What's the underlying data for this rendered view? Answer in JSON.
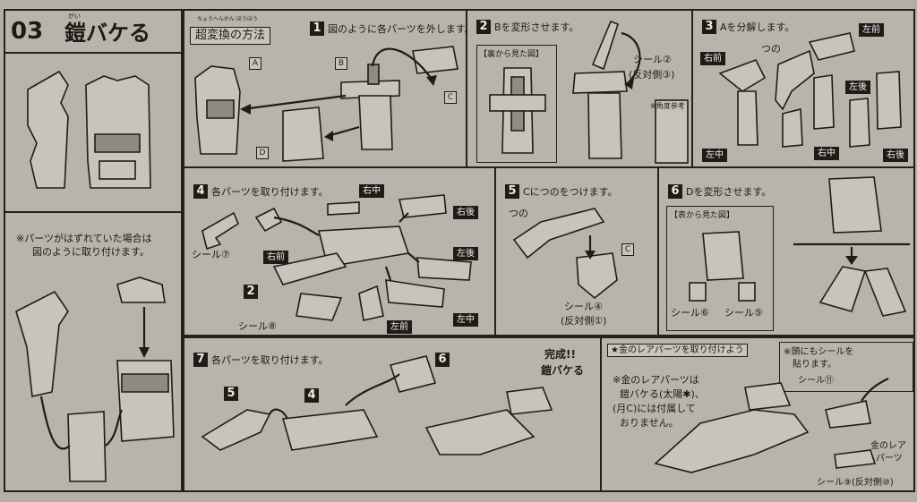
{
  "header": {
    "number": "03",
    "title": "鎧バケる",
    "ruby": "がい"
  },
  "intro": {
    "title": "超変換の方法",
    "ruby": "ちょうへんかん ほうほう"
  },
  "note_left": {
    "line1": "※パーツがはずれていた場合は",
    "line2": "図のように取り付けます。"
  },
  "steps": {
    "s1": {
      "num": "1",
      "text": "図のように各パーツを外します。"
    },
    "s2": {
      "num": "2",
      "text": "Bを変形させます。",
      "inset": "【裏から見た図】",
      "sticker": "シール②",
      "sticker_sub": "(反対側③)",
      "angle_note": "※角度参考"
    },
    "s3": {
      "num": "3",
      "text": "Aを分解します。",
      "horn": "つの",
      "labels": [
        "左前",
        "右前",
        "左後",
        "左中",
        "右中",
        "右後"
      ]
    },
    "s4": {
      "num": "4",
      "text": "各パーツを取り付けます。",
      "labels": [
        "右中",
        "右後",
        "左後",
        "右前",
        "左中",
        "左前"
      ],
      "stickers": [
        "シール⑦",
        "シール⑧"
      ],
      "part": "2"
    },
    "s5": {
      "num": "5",
      "text": "Cにつのをつけます。",
      "horn": "つの",
      "part": "C",
      "sticker": "シール④",
      "sticker_sub": "(反対側①)"
    },
    "s6": {
      "num": "6",
      "text": "Dを変形させます。",
      "inset": "【表から見た図】",
      "stickers": [
        "シール⑥",
        "シール⑤"
      ]
    },
    "s7": {
      "num": "7",
      "text": "各パーツを取り付けます。",
      "parts": [
        "5",
        "4",
        "6"
      ],
      "done1": "完成!!",
      "done2": "鎧バケる"
    },
    "s8": {
      "title": "★金のレアパーツを取り付けよう",
      "note1": "※金のレアパーツは",
      "note2": "鎧バケる(太陽✱)、",
      "note3": "(月C)には付属して",
      "note4": "おりません。",
      "head_note1": "※頭にもシールを",
      "head_note2": "貼ります。",
      "sticker": "シール⑪",
      "rare": "金のレア",
      "rare2": "パーツ",
      "sticker_bottom": "シール⑨(反対側⑩)"
    }
  },
  "part_labels": {
    "A": "A",
    "B": "B",
    "C": "C",
    "D": "D"
  }
}
